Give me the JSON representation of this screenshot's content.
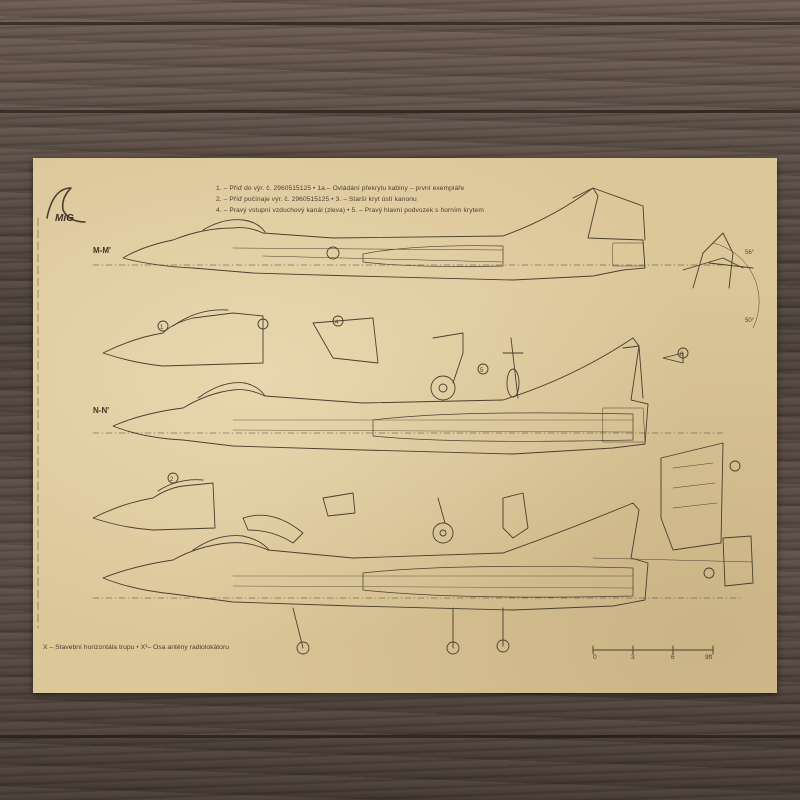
{
  "legend": {
    "line1": "1. – Příď do výr. č. 2960515125 • 1a.– Ovládání překrytu kabiny – první exempláře",
    "line2": "2. – Příď počínaje výr. č. 2960515125 • 3. – Starší kryt ústí kanonu",
    "line3": "4. – Pravý vstupní vzduchový kanál (zleva) • 5. – Pravý hlavní podvozek s horním krytem"
  },
  "views": {
    "top": "M-M'",
    "middle": "N-N'"
  },
  "footnote": "X – Stavební horizontála trupu • X¹– Osa antény radiolokátoru",
  "scale": [
    "0",
    "3",
    "6",
    "9ft"
  ],
  "angles": {
    "a1": "56°",
    "a2": "50°"
  },
  "logo": "MiG",
  "colors": {
    "paper": "#dcc799",
    "ink": "#4a3f30",
    "wood": "#5a4c44"
  }
}
